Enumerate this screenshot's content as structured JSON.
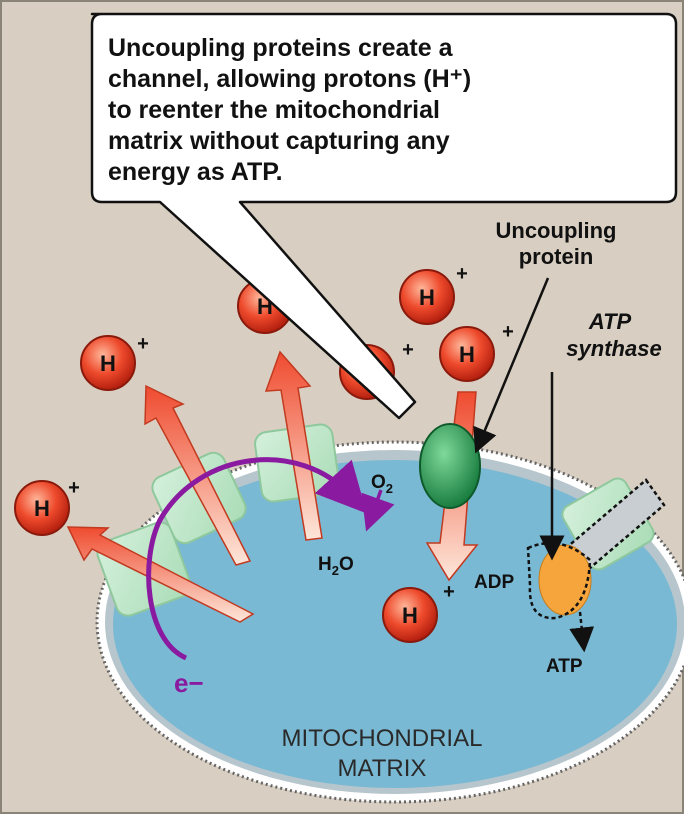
{
  "callout": {
    "lines": [
      "Uncoupling proteins create a",
      "channel, allowing protons (H⁺)",
      "to reenter the mitochondrial",
      "matrix without capturing any",
      "energy as ATP."
    ]
  },
  "labels": {
    "uncoupling_1": "Uncoupling",
    "uncoupling_2": "protein",
    "atp_synthase_1": "ATP",
    "atp_synthase_2": "synthase",
    "matrix_1": "MITOCHONDRIAL",
    "matrix_2": "MATRIX",
    "o2": "O",
    "o2_sub": "2",
    "h2o_h": "H",
    "h2o_sub": "2",
    "h2o_o": "O",
    "adp": "ADP",
    "atp": "ATP",
    "electron": "e−"
  },
  "proton": {
    "symbol": "H",
    "charge": "+"
  },
  "colors": {
    "background": "#d8cfc2",
    "matrix": "#7ab9d4",
    "membrane": "#b7c5cc",
    "proton": "#e3341f",
    "arrow": "#f05a3a",
    "complex": "#b9e3c4",
    "uncoupling_protein": "#1f9a4b",
    "electron_path": "#8a1aa0",
    "atp_synthase_head": "#f5a53c"
  }
}
